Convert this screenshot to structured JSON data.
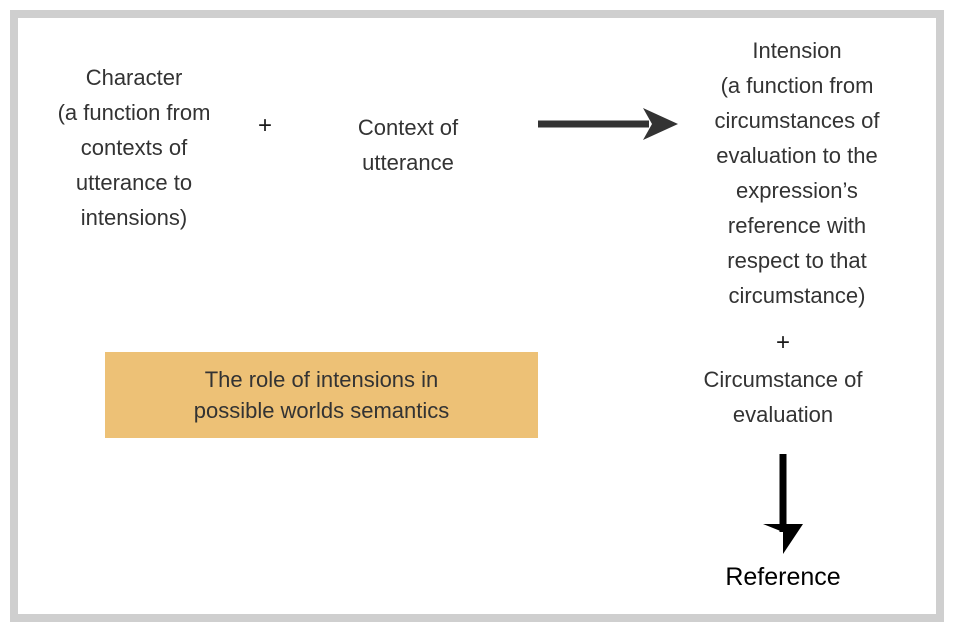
{
  "figure": {
    "title": "The role of intensions in possible worlds semantics",
    "frame_color": "#cfcfcf",
    "background": "#ffffff"
  },
  "nodes": {
    "character": {
      "name": "Character",
      "text": "Character\n(a function from\ncontexts of\nutterance to\nintensions)"
    },
    "context": {
      "name": "Context of utterance",
      "text": "Context of\nutterance"
    },
    "intension": {
      "name": "Intension",
      "text": "Intension\n(a function from\ncircumstances of\nevaluation to the\nexpression’s\nreference with\nrespect to that\ncircumstance)"
    },
    "circumstance": {
      "name": "Circumstance of evaluation",
      "text": "Circumstance of\nevaluation"
    },
    "reference": {
      "name": "Reference",
      "text": "Reference"
    }
  },
  "operators": {
    "plus_character_context": "+",
    "plus_intension_circumstance": "+"
  },
  "arrows": {
    "horizontal": {
      "name": "arrow-right",
      "direction": "right",
      "color": "#333333",
      "from": "Character + Context of utterance",
      "to": "Intension"
    },
    "vertical": {
      "name": "arrow-down",
      "direction": "down",
      "color": "#000000",
      "from": "Intension + Circumstance of evaluation",
      "to": "Reference"
    }
  },
  "caption": {
    "text": "The role of intensions in\npossible worlds semantics",
    "background_color": "#edc176",
    "text_color": "#333333"
  }
}
